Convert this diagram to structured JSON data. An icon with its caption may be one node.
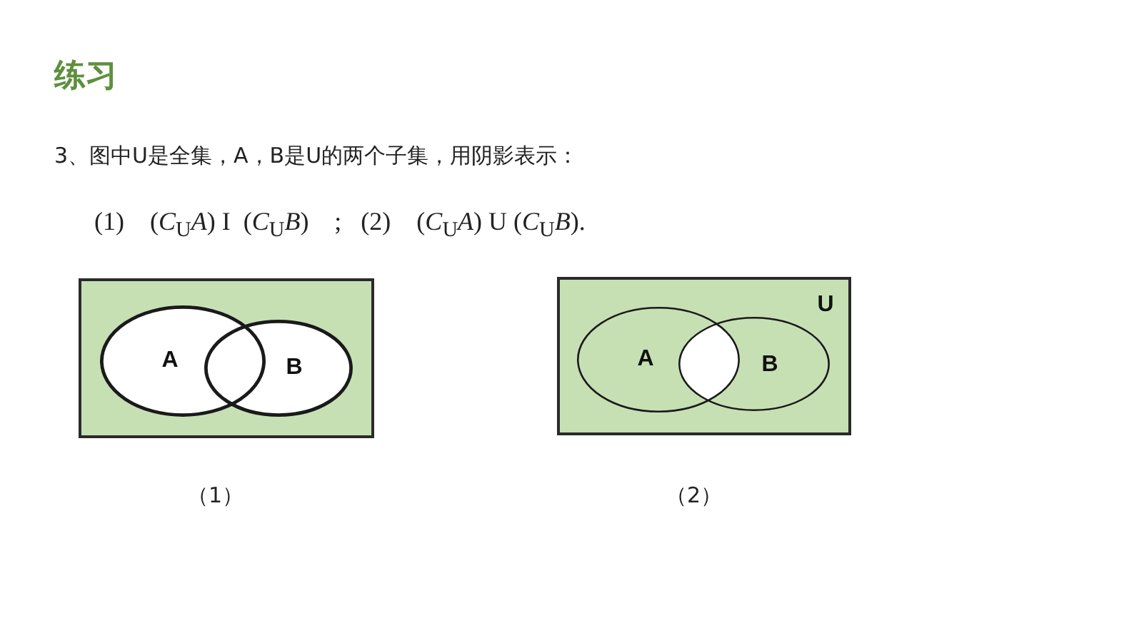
{
  "diagram": {
    "title": "练习",
    "nodes": [
      {
        "text": [],
        "shape": "box",
        "beside": [
          "（1）"
        ]
      },
      {
        "text": [
          "A"
        ],
        "in": 0
      },
      {
        "text": [
          "B"
        ],
        "in": 0
      },
      {
        "text": [
          "U"
        ],
        "beside": [
          "（2）"
        ]
      },
      {
        "text": [
          "A"
        ],
        "in": 3
      },
      {
        "text": [
          "B"
        ],
        "in": 3
      }
    ],
    "labels": [
      "3、图中U是全集，A，B是U的两个子集，用阴影表示：",
      "(1)    (*C*$_{U}$*A*) I  (*C*$_{U}$*B*)    ;   (2)    (*C*$_{U}$*A*) U (*C*$_{U}$*B*)."
    ]
  }
}
